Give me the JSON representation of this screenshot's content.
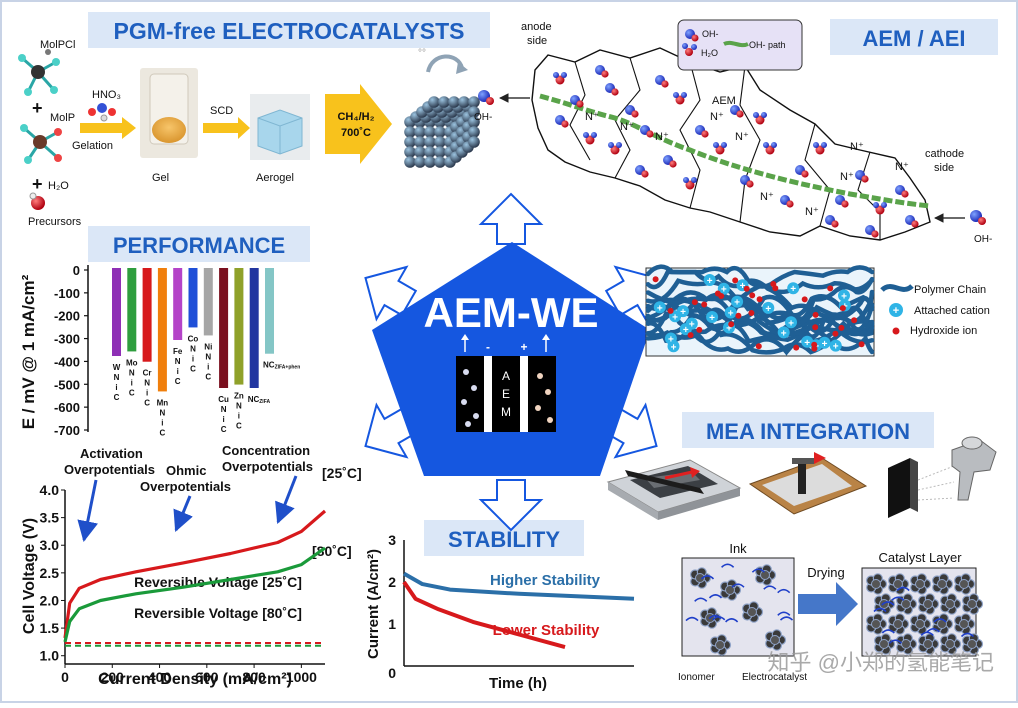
{
  "colors": {
    "title_bg": "#dbe7f7",
    "title_fg": "#1f5fbf",
    "pentagon": "#1557e0",
    "arrow_yellow": "#f8c21c",
    "red": "#d7191c",
    "green": "#1a9a3a",
    "blue_line": "#2b6fa8"
  },
  "titles": {
    "pgm": "PGM-free ELECTROCATALYSTS",
    "aem_aei": "AEM / AEI",
    "performance": "PERFORMANCE",
    "mea": "MEA INTEGRATION",
    "stability": "STABILITY",
    "center": "AEM-WE"
  },
  "synthesis": {
    "molpcl": "MolPCl",
    "plus1": "+",
    "molp": "MolP",
    "plus2": "+",
    "h2o": "H₂O",
    "precursors": "Precursors",
    "hno3": "HNO₃",
    "gelation": "Gelation",
    "gel": "Gel",
    "scd": "SCD",
    "aerogel": "Aerogel",
    "ch4_line1": "CH₄/H₂",
    "ch4_line2": "700˚C"
  },
  "aem_diagram": {
    "anode": "anode",
    "anode_side": "side",
    "cathode": "cathode",
    "cathode_side": "side",
    "aem_label": "AEM",
    "oh_left": "OH-",
    "oh_right": "OH-",
    "legend_oh": "OH-",
    "legend_h2o": "H₂O",
    "legend_path": "OH- path"
  },
  "cell": {
    "minus": "-",
    "plus": "+",
    "letters": [
      "A",
      "E",
      "M"
    ]
  },
  "polymer_legend": {
    "chain": "Polymer Chain",
    "cation": "Attached cation",
    "hydroxide": "Hydroxide ion"
  },
  "performance_chart": {
    "ylabel": "E / mV @ 1 mA/cm²",
    "ticks": [
      "0",
      "-100",
      "-200",
      "-300",
      "-400",
      "-500",
      "-600",
      "-700"
    ],
    "bars": [
      {
        "label": [
          "W",
          "N",
          "i",
          "C"
        ],
        "value": -385,
        "color": "#8e2fb5"
      },
      {
        "label": [
          "Mo",
          "N",
          "i",
          "C"
        ],
        "value": -365,
        "color": "#2e9e3e"
      },
      {
        "label": [
          "Cr",
          "N",
          "i",
          "C"
        ],
        "value": -410,
        "color": "#d7191c"
      },
      {
        "label": [
          "Mn",
          "N",
          "i",
          "C"
        ],
        "value": -540,
        "color": "#f07f0c"
      },
      {
        "label": [
          "Fe",
          "N",
          "i",
          "C"
        ],
        "value": -315,
        "color": "#b443c8"
      },
      {
        "label": [
          "Co",
          "N",
          "i",
          "C"
        ],
        "value": -260,
        "color": "#1f4fd8"
      },
      {
        "label": [
          "Ni",
          "N",
          "i",
          "C"
        ],
        "value": -295,
        "color": "#a6a6a6"
      },
      {
        "label": [
          "Cu",
          "N",
          "i",
          "C"
        ],
        "value": -525,
        "color": "#7a0f1e"
      },
      {
        "label": [
          "Zn",
          "N",
          "i",
          "C"
        ],
        "value": -510,
        "color": "#8fa12a"
      },
      {
        "label": [
          "NC",
          "ZIFA"
        ],
        "value": -525,
        "color": "#2236a0"
      },
      {
        "label": [
          "NC",
          "ZIFA+phen"
        ],
        "value": -375,
        "color": "#84c6c6"
      }
    ]
  },
  "polarization_chart": {
    "ylabel": "Cell Voltage (V)",
    "xlabel": "Current Density (mA/cm²)",
    "yticks": [
      "1.0",
      "1.5",
      "2.0",
      "2.5",
      "3.0",
      "3.5",
      "4.0"
    ],
    "xticks": [
      "0",
      "200",
      "400",
      "600",
      "800",
      "1000"
    ],
    "label_25": "[25˚C]",
    "label_80": "[80˚C]",
    "activation": "Activation",
    "activation2": "Overpotentials",
    "ohmic": "Ohmic",
    "ohmic2": "Overpotentials",
    "concentration": "Concentration",
    "concentration2": "Overpotentials",
    "rev25": "Reversible Voltage [25˚C]",
    "rev80": "Reversible Voltage [80˚C]",
    "curve_25": [
      [
        0,
        1.32
      ],
      [
        20,
        1.95
      ],
      [
        60,
        2.22
      ],
      [
        150,
        2.38
      ],
      [
        300,
        2.52
      ],
      [
        500,
        2.68
      ],
      [
        700,
        2.85
      ],
      [
        900,
        3.05
      ],
      [
        1000,
        3.25
      ],
      [
        1100,
        3.62
      ]
    ],
    "curve_80": [
      [
        0,
        1.25
      ],
      [
        20,
        1.62
      ],
      [
        60,
        1.85
      ],
      [
        150,
        2.0
      ],
      [
        300,
        2.12
      ],
      [
        500,
        2.24
      ],
      [
        700,
        2.38
      ],
      [
        900,
        2.52
      ],
      [
        1000,
        2.65
      ],
      [
        1100,
        2.95
      ]
    ],
    "rev_25_v": 1.23,
    "rev_80_v": 1.18
  },
  "stability_chart": {
    "ylabel": "Current (A/cm²)",
    "xlabel": "Time (h)",
    "yticks": [
      "0",
      "1",
      "2",
      "3"
    ],
    "high_label": "Higher Stability",
    "low_label": "Lower Stability",
    "high": [
      [
        0,
        2.2
      ],
      [
        0.08,
        1.95
      ],
      [
        0.2,
        1.82
      ],
      [
        0.5,
        1.72
      ],
      [
        1,
        1.6
      ]
    ],
    "low": [
      [
        0,
        2.0
      ],
      [
        0.05,
        1.6
      ],
      [
        0.15,
        1.35
      ],
      [
        0.3,
        1.05
      ],
      [
        0.5,
        0.75
      ],
      [
        0.7,
        0.45
      ]
    ]
  },
  "mea": {
    "ink": "Ink",
    "drying": "Drying",
    "catalyst_layer": "Catalyst Layer",
    "ionomer": "Ionomer",
    "electrocatalyst": "Electrocatalyst"
  },
  "watermark": "知乎 @小郑的氢能笔记"
}
